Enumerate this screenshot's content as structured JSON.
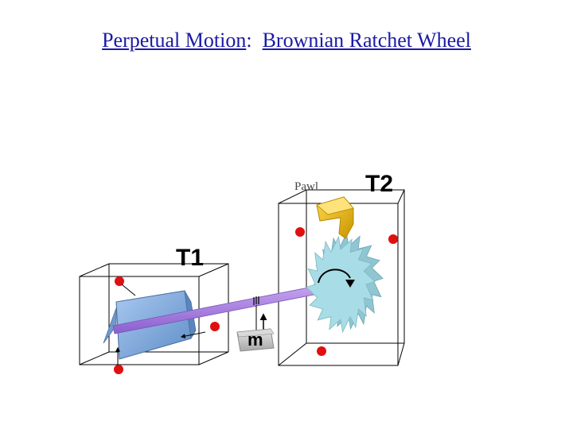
{
  "title": {
    "part1": "Perpetual Motion",
    "separator": ":  ",
    "part2": "Brownian Ratchet Wheel"
  },
  "labels": {
    "t1": "T1",
    "t2": "T2",
    "pawl": "Pawl",
    "mass": "m"
  },
  "colors": {
    "title_link": "#1a1aa6",
    "vane": "#7fa8d8",
    "axle": "#a07ad8",
    "ratchet": "#a8dce6",
    "pawl": "#e6b800",
    "molecule": "#e01010",
    "weight": "#c8c8c8"
  }
}
